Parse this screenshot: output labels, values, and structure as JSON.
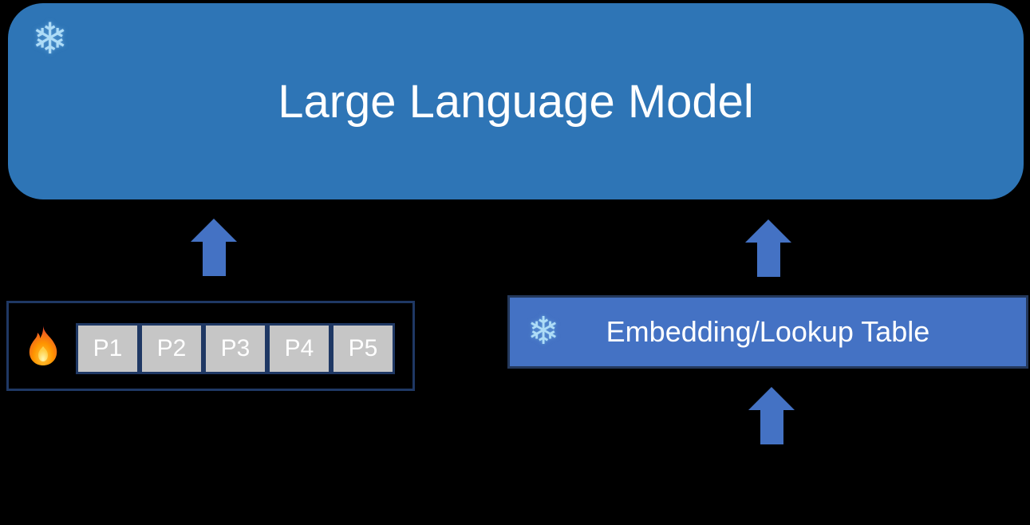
{
  "theme": {
    "background": "#000000",
    "llm_fill": "#2E75B6",
    "embed_fill": "#4472C4",
    "embed_border": "#24385B",
    "arrow": "#4472C4",
    "container_border": "#1F3864",
    "cell_fill": "#C6C6C6",
    "cell_border": "#1F3864",
    "snowflake_color": "#AEDCF7",
    "text_light": "#FFFFFF"
  },
  "llm_box": {
    "label": "Large Language Model",
    "icon": "snowflake-icon",
    "icon_glyph": "❄",
    "state": "frozen"
  },
  "soft_prompt": {
    "icon": "fire-icon",
    "state": "trainable",
    "tokens": [
      "P1",
      "P2",
      "P3",
      "P4",
      "P5"
    ]
  },
  "embedding_box": {
    "label": "Embedding/Lookup Table",
    "icon": "snowflake-icon",
    "icon_glyph": "❄",
    "state": "frozen"
  },
  "arrows": [
    {
      "name": "arrow-soft-prompt-to-llm",
      "direction": "up"
    },
    {
      "name": "arrow-embedding-to-llm",
      "direction": "up"
    },
    {
      "name": "arrow-input-to-embedding",
      "direction": "up"
    }
  ]
}
